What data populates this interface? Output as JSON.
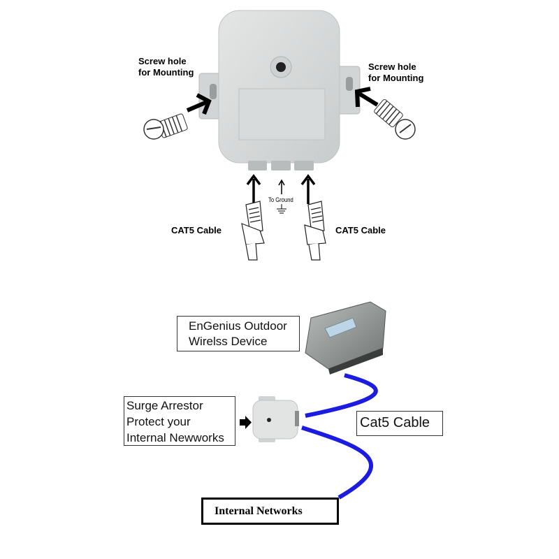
{
  "top_diagram": {
    "screw_label_left": [
      "Screw hole",
      "for Mounting"
    ],
    "screw_label_right": [
      "Screw hole",
      "for Mounting"
    ],
    "ground_label": "To Ground",
    "cable_label_left": "CAT5 Cable",
    "cable_label_right": "CAT5 Cable"
  },
  "bottom_diagram": {
    "outdoor_device_label": [
      "EnGenius Outdoor",
      "Wirelss Device"
    ],
    "surge_label": [
      "Surge Arrestor",
      "Protect your",
      "Internal Newworks"
    ],
    "cable_label": "Cat5 Cable",
    "network_label": "Internal Networks",
    "cable_color": "#1c1ce0"
  }
}
